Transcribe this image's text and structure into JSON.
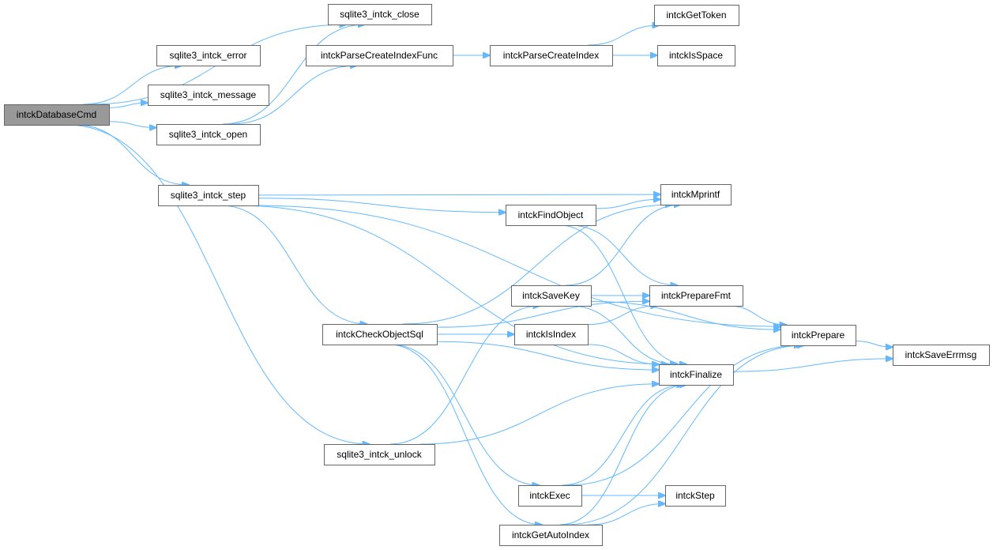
{
  "diagram": {
    "root": "intckDatabaseCmd",
    "edge_color": "#63b8ff",
    "root_fill": "#999999",
    "nodes": [
      {
        "id": "intckDatabaseCmd",
        "label": "intckDatabaseCmd",
        "root": true
      },
      {
        "id": "sqlite3_intck_close",
        "label": "sqlite3_intck_close"
      },
      {
        "id": "sqlite3_intck_error",
        "label": "sqlite3_intck_error"
      },
      {
        "id": "sqlite3_intck_message",
        "label": "sqlite3_intck_message"
      },
      {
        "id": "sqlite3_intck_open",
        "label": "sqlite3_intck_open"
      },
      {
        "id": "intckParseCreateIndexFunc",
        "label": "intckParseCreateIndexFunc"
      },
      {
        "id": "intckParseCreateIndex",
        "label": "intckParseCreateIndex"
      },
      {
        "id": "intckGetToken",
        "label": "intckGetToken"
      },
      {
        "id": "intckIsSpace",
        "label": "intckIsSpace"
      },
      {
        "id": "sqlite3_intck_step",
        "label": "sqlite3_intck_step"
      },
      {
        "id": "intckMprintf",
        "label": "intckMprintf"
      },
      {
        "id": "intckFindObject",
        "label": "intckFindObject"
      },
      {
        "id": "intckSaveKey",
        "label": "intckSaveKey"
      },
      {
        "id": "intckPrepareFmt",
        "label": "intckPrepareFmt"
      },
      {
        "id": "intckCheckObjectSql",
        "label": "intckCheckObjectSql"
      },
      {
        "id": "intckIsIndex",
        "label": "intckIsIndex"
      },
      {
        "id": "intckPrepare",
        "label": "intckPrepare"
      },
      {
        "id": "intckSaveErrmsg",
        "label": "intckSaveErrmsg"
      },
      {
        "id": "intckFinalize",
        "label": "intckFinalize"
      },
      {
        "id": "sqlite3_intck_unlock",
        "label": "sqlite3_intck_unlock"
      },
      {
        "id": "intckExec",
        "label": "intckExec"
      },
      {
        "id": "intckStep",
        "label": "intckStep"
      },
      {
        "id": "intckGetAutoIndex",
        "label": "intckGetAutoIndex"
      }
    ],
    "edges": [
      [
        "intckDatabaseCmd",
        "sqlite3_intck_close"
      ],
      [
        "intckDatabaseCmd",
        "sqlite3_intck_error"
      ],
      [
        "intckDatabaseCmd",
        "sqlite3_intck_message"
      ],
      [
        "intckDatabaseCmd",
        "sqlite3_intck_open"
      ],
      [
        "intckDatabaseCmd",
        "sqlite3_intck_step"
      ],
      [
        "intckDatabaseCmd",
        "sqlite3_intck_unlock"
      ],
      [
        "sqlite3_intck_open",
        "sqlite3_intck_close"
      ],
      [
        "sqlite3_intck_open",
        "intckParseCreateIndexFunc"
      ],
      [
        "intckParseCreateIndexFunc",
        "intckParseCreateIndex"
      ],
      [
        "intckParseCreateIndex",
        "intckGetToken"
      ],
      [
        "intckParseCreateIndex",
        "intckIsSpace"
      ],
      [
        "sqlite3_intck_step",
        "intckPrepare"
      ],
      [
        "sqlite3_intck_step",
        "intckMprintf"
      ],
      [
        "sqlite3_intck_step",
        "intckFindObject"
      ],
      [
        "sqlite3_intck_step",
        "intckCheckObjectSql"
      ],
      [
        "sqlite3_intck_step",
        "intckFinalize"
      ],
      [
        "intckFindObject",
        "intckMprintf"
      ],
      [
        "intckFindObject",
        "intckPrepareFmt"
      ],
      [
        "intckFindObject",
        "intckFinalize"
      ],
      [
        "intckCheckObjectSql",
        "intckMprintf"
      ],
      [
        "intckCheckObjectSql",
        "intckPrepareFmt"
      ],
      [
        "intckCheckObjectSql",
        "intckIsIndex"
      ],
      [
        "intckCheckObjectSql",
        "intckFinalize"
      ],
      [
        "intckCheckObjectSql",
        "intckExec"
      ],
      [
        "intckCheckObjectSql",
        "intckGetAutoIndex"
      ],
      [
        "intckSaveKey",
        "intckMprintf"
      ],
      [
        "intckSaveKey",
        "intckPrepareFmt"
      ],
      [
        "intckSaveKey",
        "intckPrepare"
      ],
      [
        "intckSaveKey",
        "intckFinalize"
      ],
      [
        "intckIsIndex",
        "intckPrepareFmt"
      ],
      [
        "intckIsIndex",
        "intckFinalize"
      ],
      [
        "intckPrepareFmt",
        "intckPrepare"
      ],
      [
        "intckPrepare",
        "intckSaveErrmsg"
      ],
      [
        "intckFinalize",
        "intckSaveErrmsg"
      ],
      [
        "sqlite3_intck_unlock",
        "intckSaveKey"
      ],
      [
        "sqlite3_intck_unlock",
        "intckFinalize"
      ],
      [
        "intckExec",
        "intckPrepare"
      ],
      [
        "intckExec",
        "intckStep"
      ],
      [
        "intckExec",
        "intckFinalize"
      ],
      [
        "intckGetAutoIndex",
        "intckPrepare"
      ],
      [
        "intckGetAutoIndex",
        "intckStep"
      ],
      [
        "intckGetAutoIndex",
        "intckFinalize"
      ]
    ]
  }
}
